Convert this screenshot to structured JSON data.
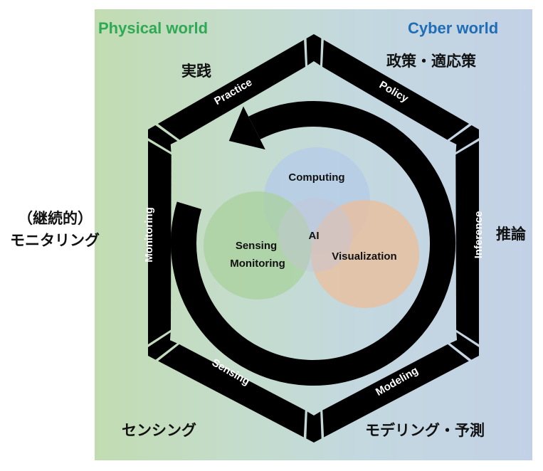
{
  "worlds": {
    "physical": {
      "label": "Physical world",
      "color": "#2eaa55"
    },
    "cyber": {
      "label": "Cyber world",
      "color": "#1f6db5"
    }
  },
  "stages": {
    "practice": {
      "en": "Practice",
      "jp": "実践"
    },
    "policy": {
      "en": "Policy",
      "jp": "政策・適応策"
    },
    "inference": {
      "en": "Inference",
      "jp": "推論"
    },
    "modeling": {
      "en": "Modeling",
      "jp": "モデリング・予測"
    },
    "sensing": {
      "en": "Sensing",
      "jp": "センシング"
    },
    "monitoring": {
      "en": "Monitoring",
      "jp_line1": "（継続的）",
      "jp_line2": "モニタリング"
    }
  },
  "core": {
    "computing": {
      "label": "Computing",
      "color": "#b6cde6"
    },
    "sensing_monitoring": {
      "line1": "Sensing",
      "line2": "Monitoring",
      "color": "#a9d19c"
    },
    "visualization": {
      "label": "Visualization",
      "color": "#eabf9e"
    },
    "center": {
      "label": "AI"
    }
  },
  "colors": {
    "band": "#000000",
    "band_text": "#ffffff"
  }
}
